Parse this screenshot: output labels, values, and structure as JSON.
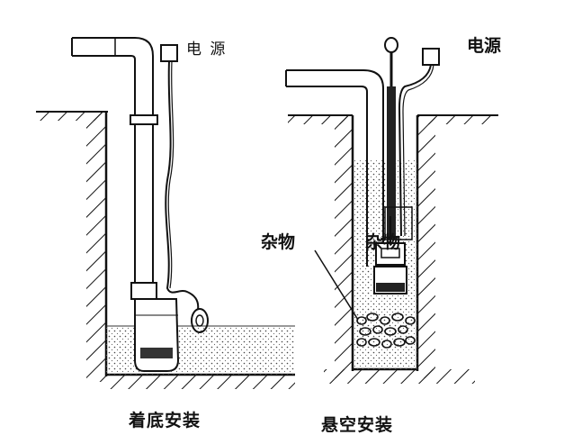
{
  "labels": {
    "power_left": "电 源",
    "power_right": "电源",
    "debris_left": "杂物",
    "debris_inner": "杂物",
    "caption_bottom_install": "着底安装",
    "caption_suspended_install": "悬空安装"
  }
}
